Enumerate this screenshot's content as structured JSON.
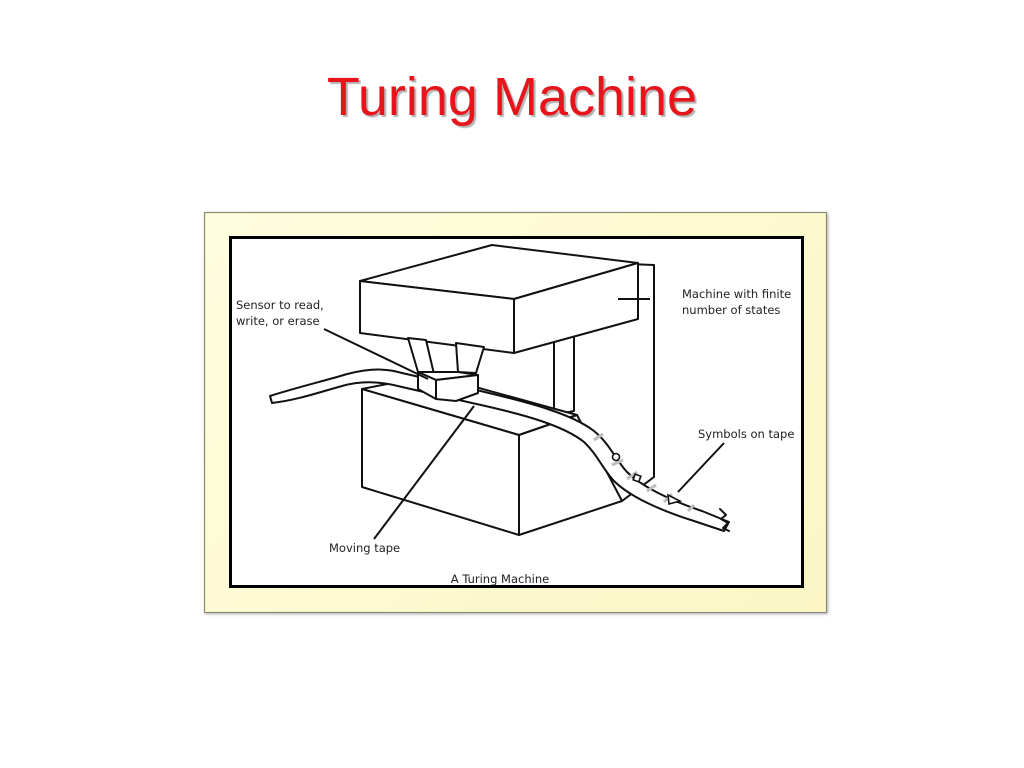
{
  "slide": {
    "title": "Turing Machine"
  },
  "diagram": {
    "caption": "A Turing Machine",
    "labels": {
      "sensor_line1": "Sensor to read,",
      "sensor_line2": "write, or erase",
      "machine_line1": "Machine with finite",
      "machine_line2": "number of states",
      "symbols": "Symbols on tape",
      "moving_tape": "Moving tape"
    },
    "tape_symbols": [
      "circle-symbol",
      "square-symbol",
      "triangle-symbol"
    ]
  }
}
